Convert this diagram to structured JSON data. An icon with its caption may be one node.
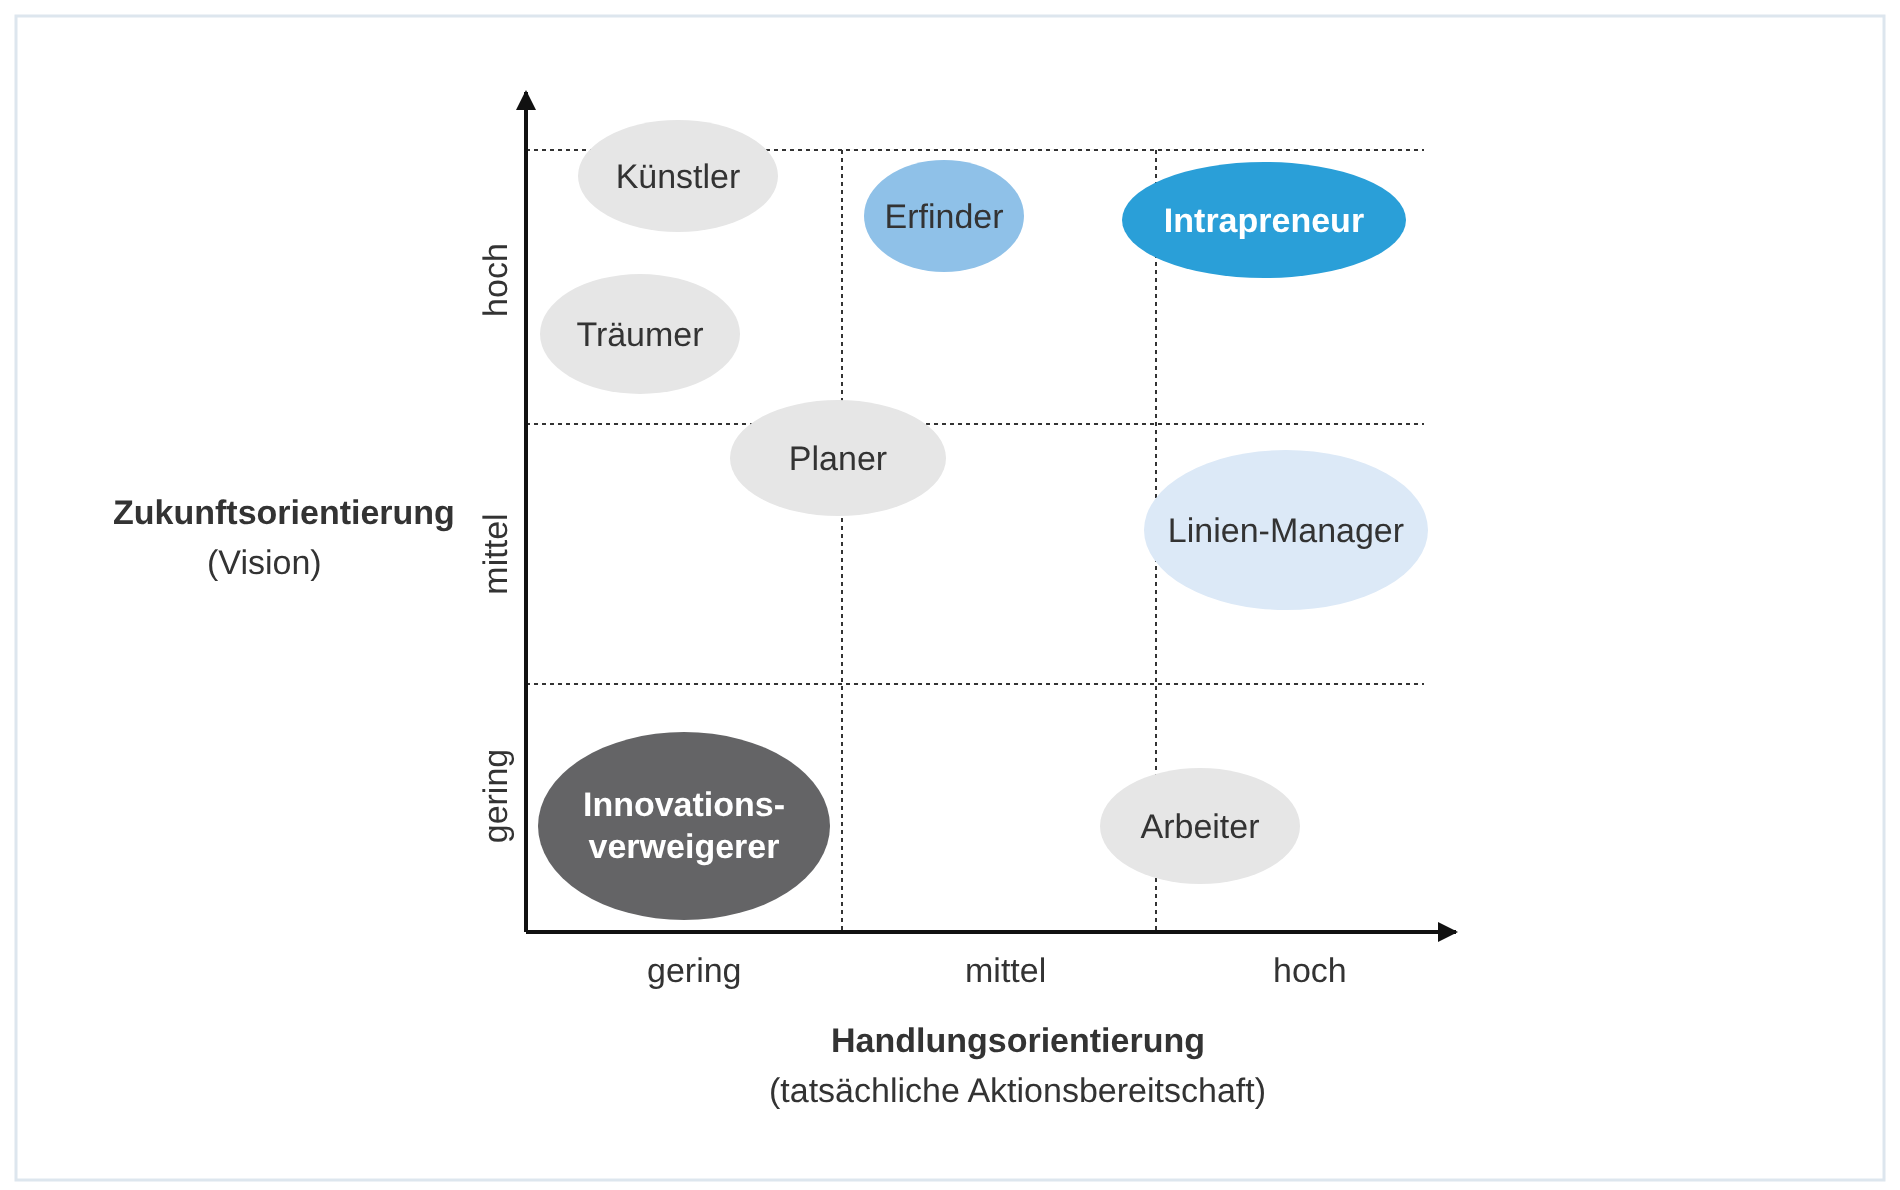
{
  "diagram": {
    "nodes": [
      {
        "text": [
          "Künstler"
        ]
      },
      {
        "text": [
          "Erfinder"
        ]
      },
      {
        "text": [
          "Intrapreneur"
        ]
      },
      {
        "text": [
          "Träumer"
        ]
      },
      {
        "text": [
          "Planer"
        ]
      },
      {
        "text": [
          "Linien-Manager"
        ]
      },
      {
        "text": [
          "Innovations-verweigerer"
        ]
      },
      {
        "text": [
          "Arbeiter"
        ]
      }
    ],
    "edges": [],
    "labels": [
      "hoch",
      "Zukunftsorientierung",
      "(Vision)",
      "mittel",
      "gering",
      "gering",
      "mittel",
      "hoch",
      "Handlungsorientierung",
      "(tatsächliche Aktionsbereitschaft)"
    ]
  }
}
